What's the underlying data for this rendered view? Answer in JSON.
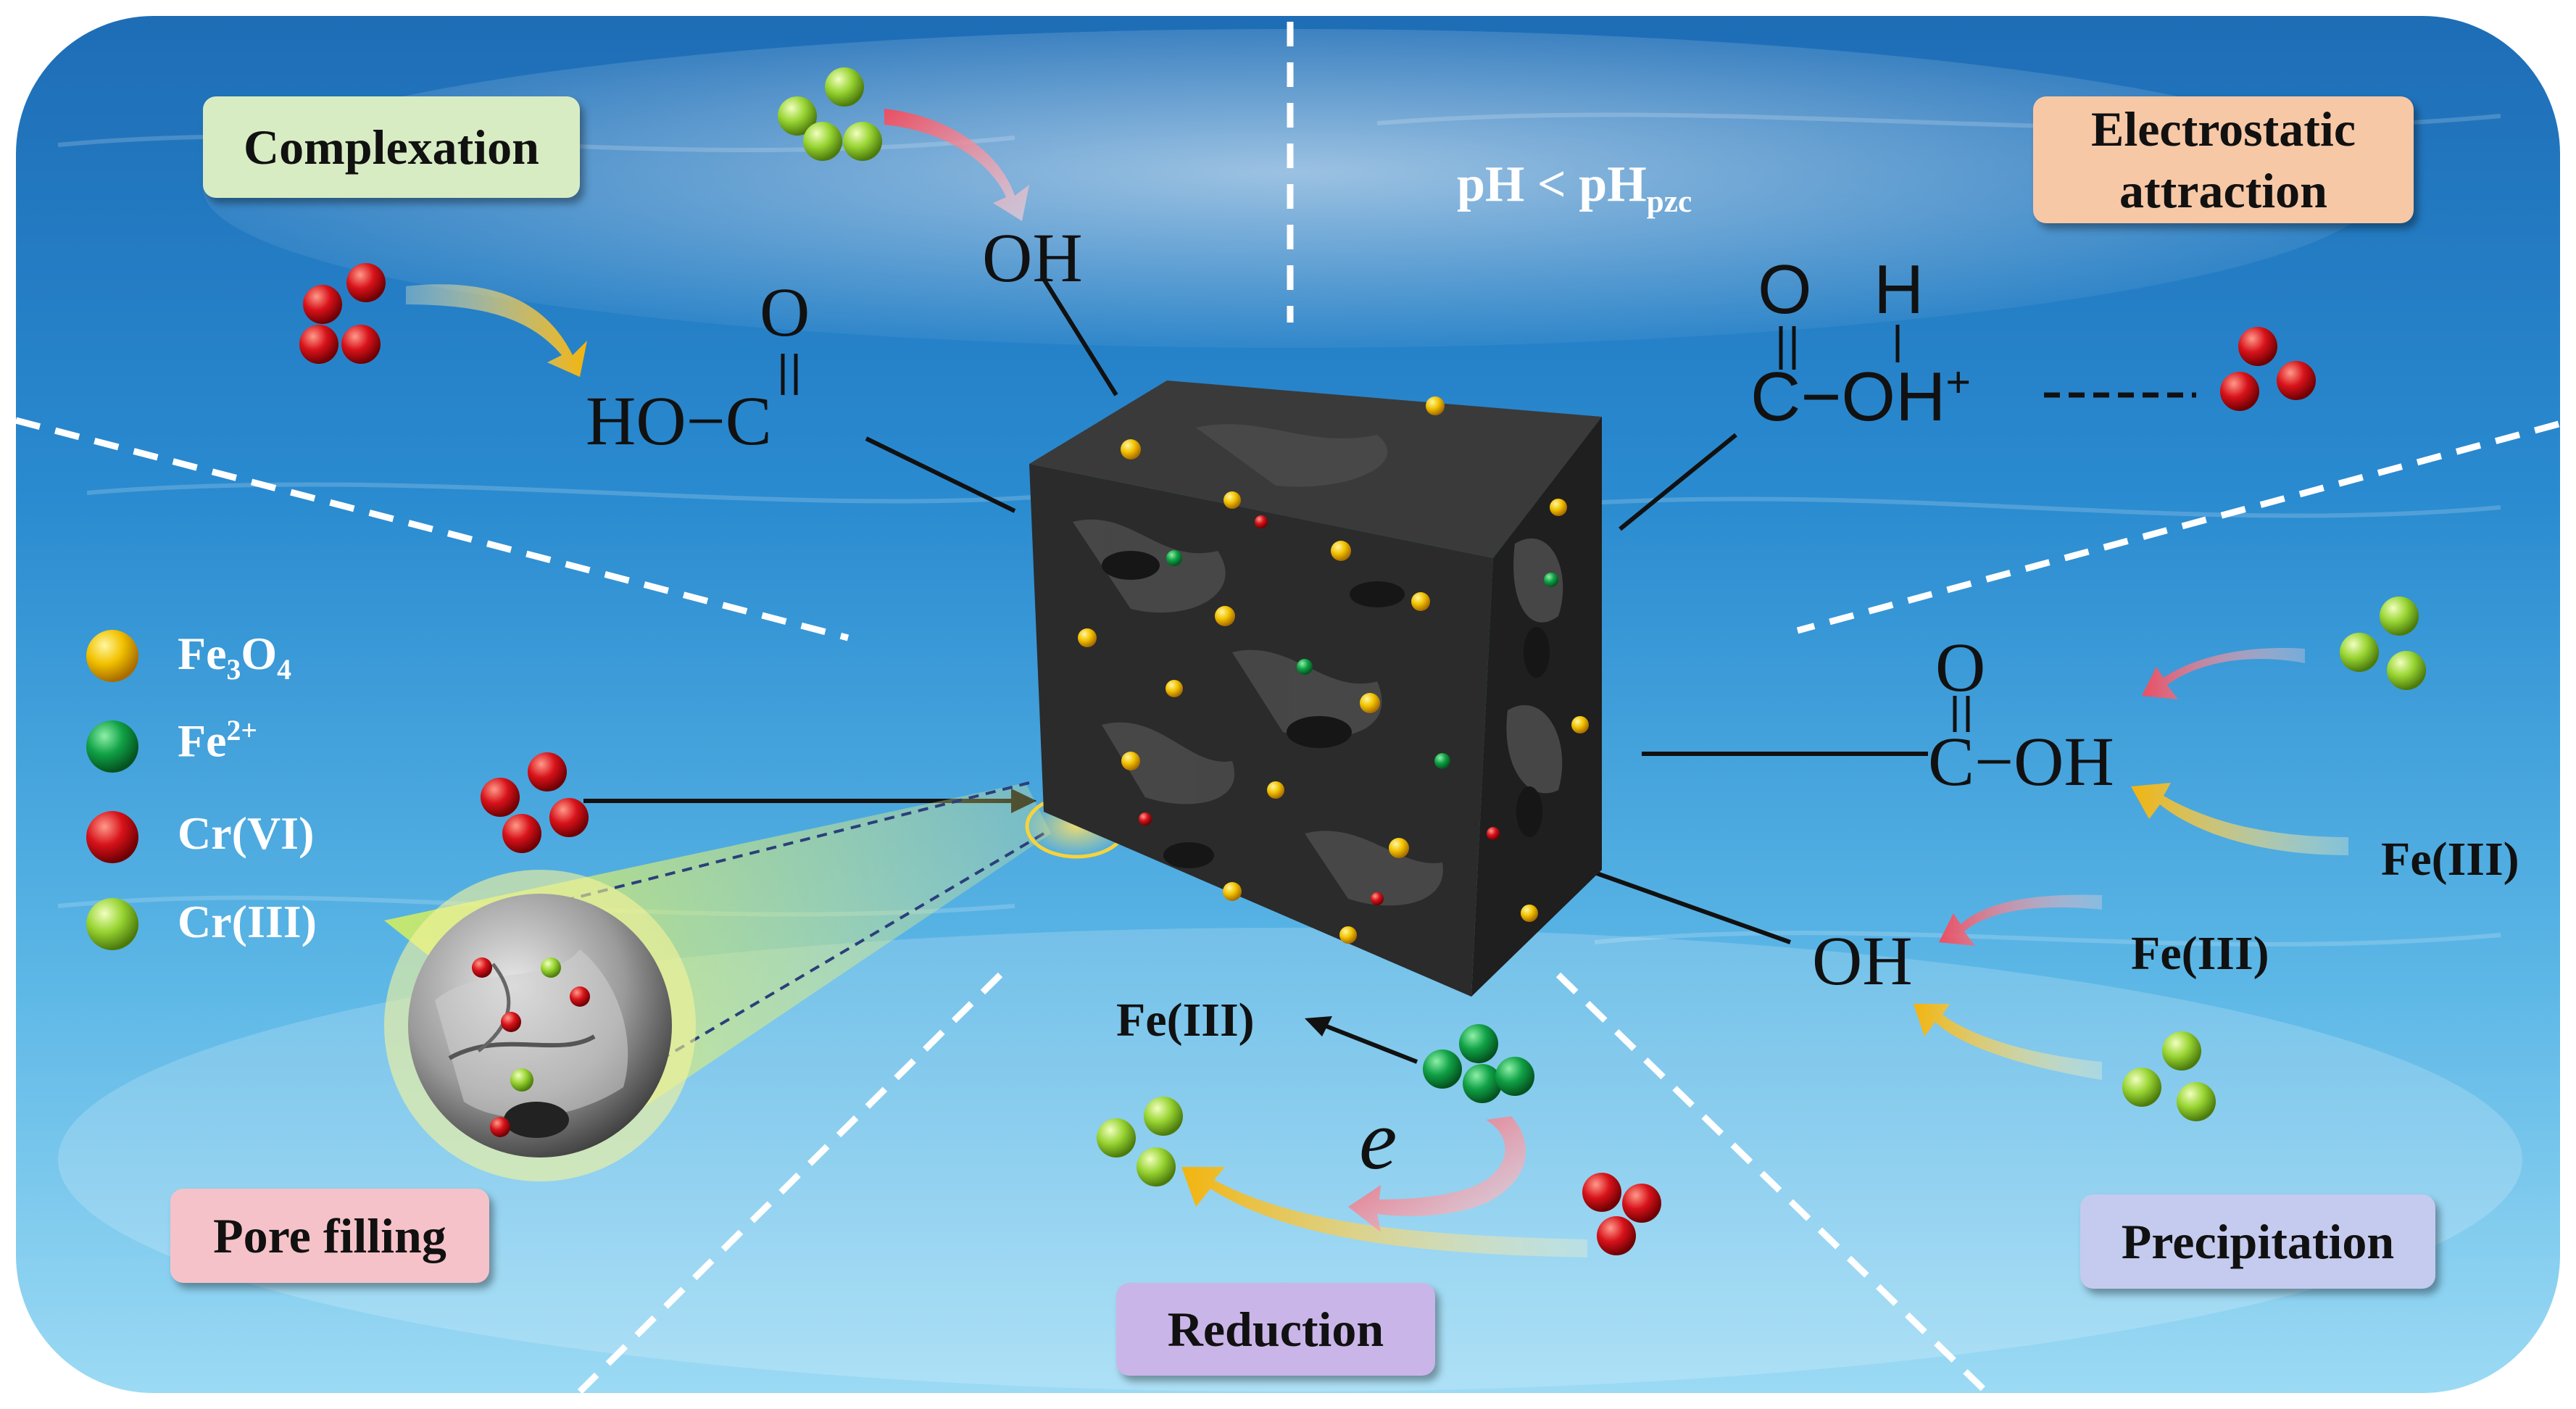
{
  "mechanisms": {
    "complexation": "Complexation",
    "electrostatic_line1": "Electrostatic",
    "electrostatic_line2": "attraction",
    "pore_filling": "Pore filling",
    "reduction": "Reduction",
    "precipitation": "Precipitation"
  },
  "condition": {
    "ph": "pH < pH",
    "pzc": "pzc"
  },
  "groups": {
    "oh": "OH",
    "carbonyl_o": "O",
    "ho_c": "HO−C",
    "h": "H",
    "c_oh_plus": "C−OH",
    "plus": "+",
    "c_oh": "C−OH",
    "e": "e"
  },
  "species_labels": {
    "fe3_right_a": "Fe(III)",
    "fe3_right_b": "Fe(III)",
    "fe3_reduction": "Fe(III)"
  },
  "legend": [
    {
      "base": "Fe",
      "sub1": "3",
      "mid": "O",
      "sub2": "4",
      "sup": "",
      "tail": "",
      "color": "#f2b705"
    },
    {
      "base": "Fe",
      "sub1": "",
      "mid": "",
      "sub2": "",
      "sup": "2+",
      "tail": "",
      "color": "#0e9a43"
    },
    {
      "base": "Cr(VI)",
      "sub1": "",
      "mid": "",
      "sub2": "",
      "sup": "",
      "tail": "",
      "color": "#d0141a"
    },
    {
      "base": "Cr(III)",
      "sub1": "",
      "mid": "",
      "sub2": "",
      "sup": "",
      "tail": "",
      "color": "#8fcf2c"
    }
  ],
  "colors": {
    "complexation_box": "#d8ecc4",
    "electrostatic_box": "#f7c8a6",
    "pore_filling_box": "#f6c2c9",
    "reduction_box": "#c9b5e8",
    "precipitation_box": "#c5cbee",
    "water_dark": "#1d6fb8",
    "water_light": "#8fd1f2"
  }
}
